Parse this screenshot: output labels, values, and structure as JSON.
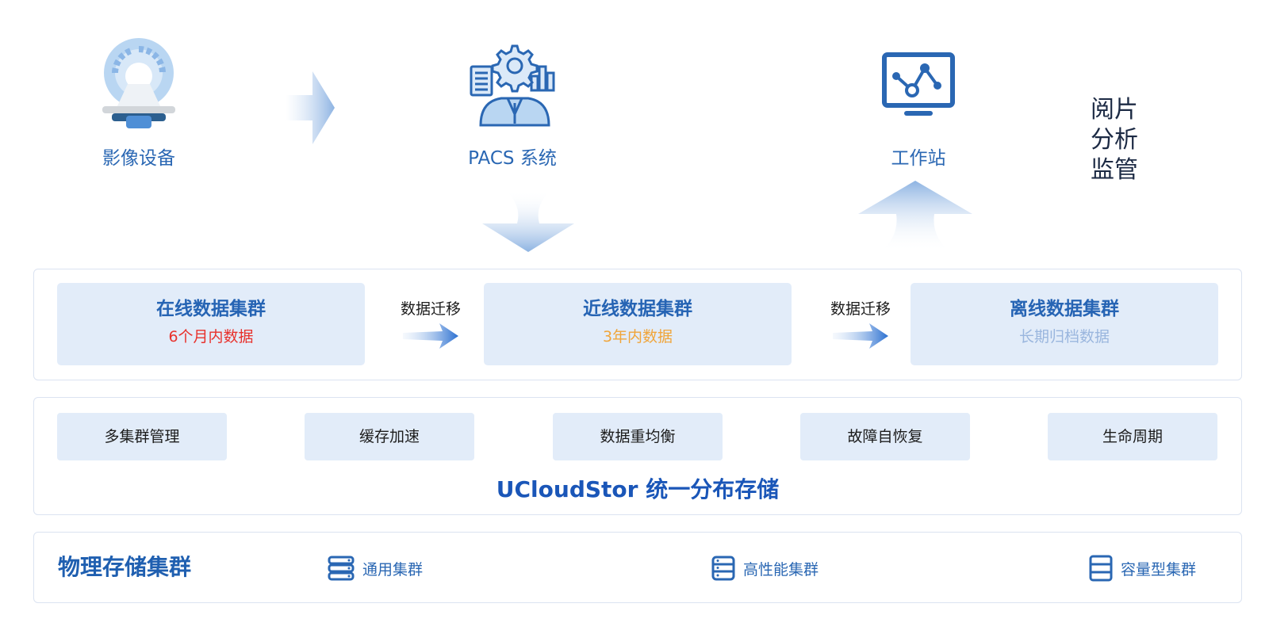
{
  "flow": {
    "device_label": "影像设备",
    "pacs_label": "PACS 系统",
    "workstation_label": "工作站",
    "side_label": [
      "阅片",
      "分析",
      "监管"
    ]
  },
  "tiers": {
    "online": {
      "title": "在线数据集群",
      "subtitle": "6个月内数据",
      "subtitle_color": "#e8312c"
    },
    "nearline": {
      "title": "近线数据集群",
      "subtitle": "3年内数据",
      "subtitle_color": "#f0a53a"
    },
    "offline": {
      "title": "离线数据集群",
      "subtitle": "长期归档数据",
      "subtitle_color": "#9ab6de"
    },
    "migration_label": "数据迁移"
  },
  "features": {
    "items": [
      "多集群管理",
      "缓存加速",
      "数据重均衡",
      "故障自恢复",
      "生命周期"
    ],
    "platform_name": "UCloudStor 统一分布存储"
  },
  "physical": {
    "title": "物理存储集群",
    "items": [
      {
        "label": "通用集群",
        "icon": "server-stack-icon"
      },
      {
        "label": "高性能集群",
        "icon": "server-icon"
      },
      {
        "label": "容量型集群",
        "icon": "storage-cabinet-icon"
      }
    ]
  },
  "colors": {
    "accent": "#2a67b3",
    "panel_fill": "#e2ecf9",
    "border": "#dbe3f1"
  }
}
